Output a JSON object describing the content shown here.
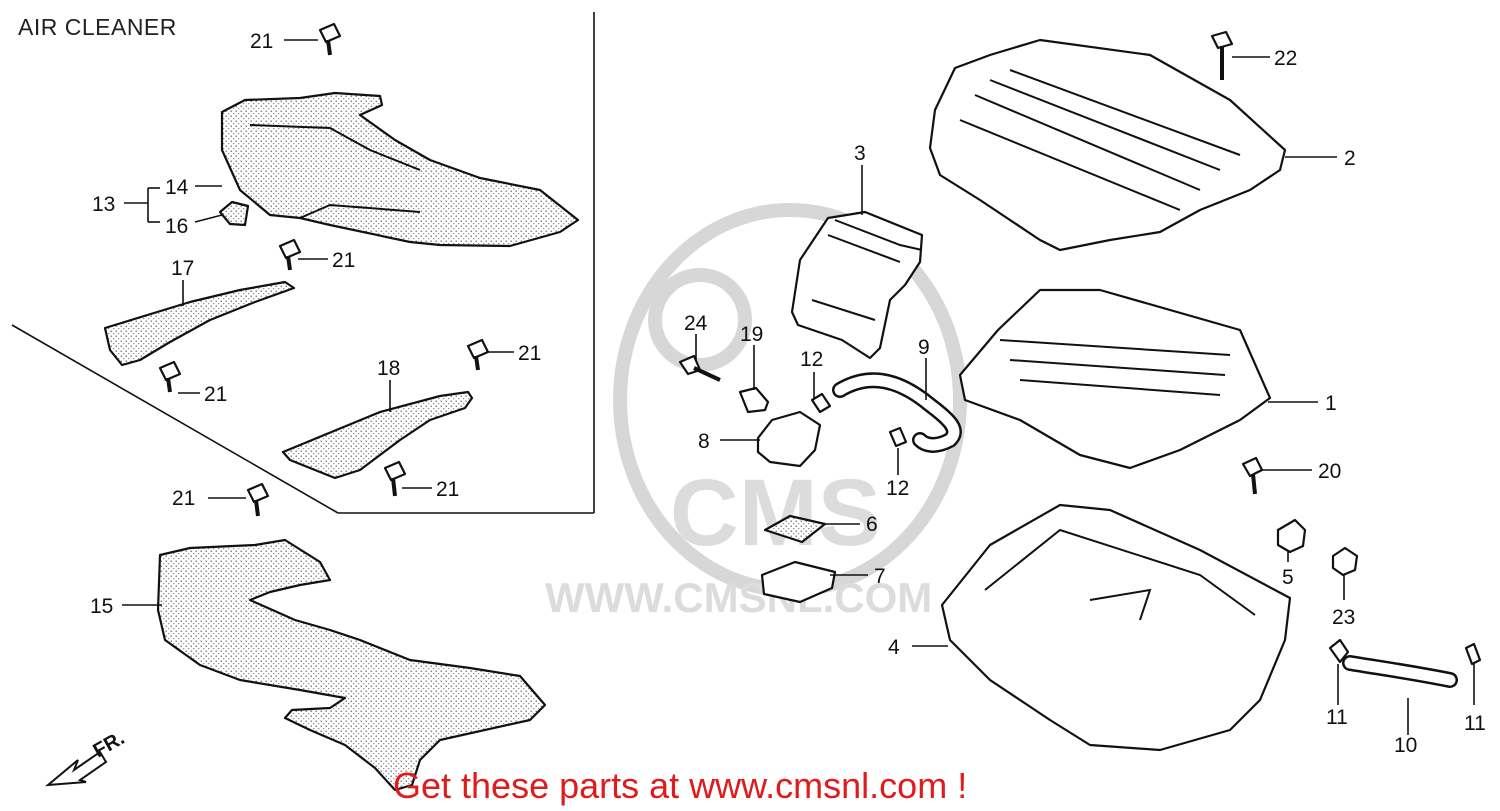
{
  "title": "AIR CLEANER",
  "promo": "Get these parts at www.cmsnl.com !",
  "watermark": {
    "logo": "CMS",
    "site": "WWW.CMSNL.COM"
  },
  "front_marker": "FR.",
  "callouts": {
    "p1": "1",
    "p2": "2",
    "p3": "3",
    "p4": "4",
    "p5": "5",
    "p6": "6",
    "p7": "7",
    "p8": "8",
    "p9": "9",
    "p10": "10",
    "p11a": "11",
    "p11b": "11",
    "p12a": "12",
    "p12b": "12",
    "p13": "13",
    "p14": "14",
    "p15": "15",
    "p16": "16",
    "p17": "17",
    "p18": "18",
    "p19": "19",
    "p20": "20",
    "p21a": "21",
    "p21b": "21",
    "p21c": "21",
    "p21d": "21",
    "p21e": "21",
    "p21f": "21",
    "p22": "22",
    "p23": "23",
    "p24": "24"
  }
}
